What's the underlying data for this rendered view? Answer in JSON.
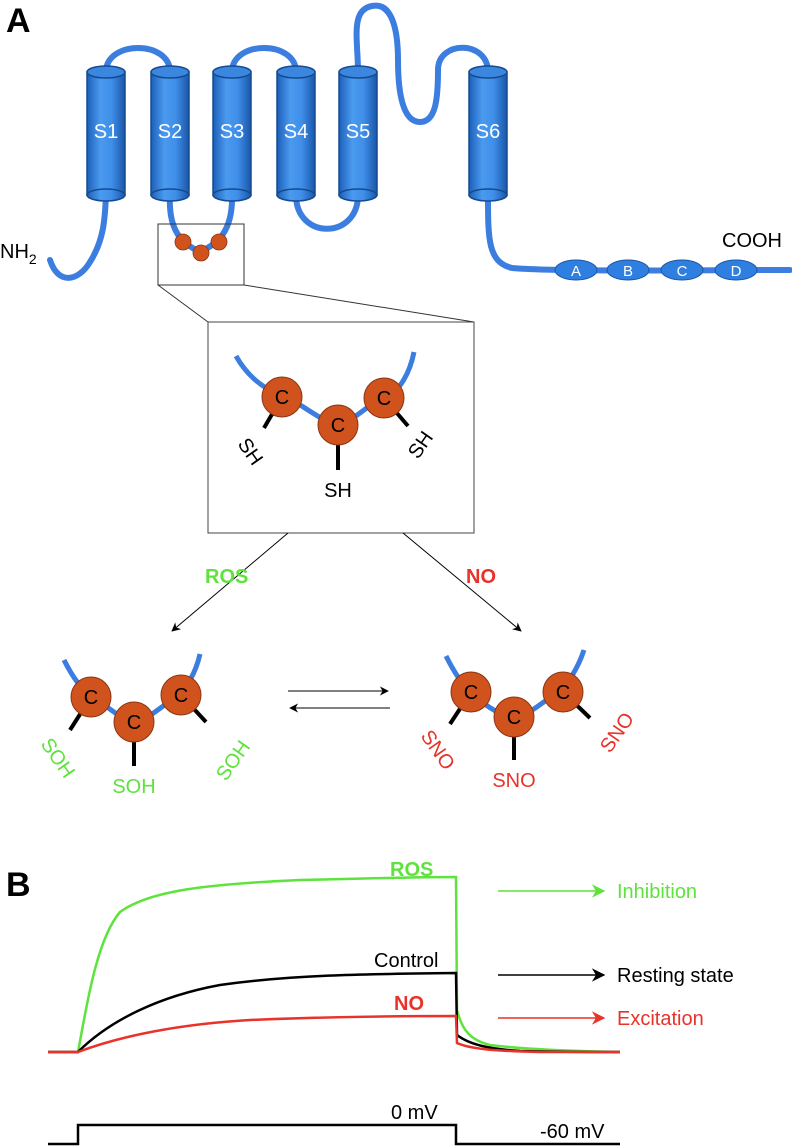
{
  "panel_a": {
    "letter": "A",
    "helices": [
      "S1",
      "S2",
      "S3",
      "S4",
      "S5",
      "S6"
    ],
    "n_terminus": "NH",
    "n_terminus_sub": "2",
    "c_terminus": "COOH",
    "c_domains": [
      "A",
      "B",
      "C",
      "D"
    ],
    "cysteine": "C",
    "thiol": "SH",
    "ros_label": "ROS",
    "no_label": "NO",
    "oxidized": "SOH",
    "nitrosylated": "SNO"
  },
  "panel_b": {
    "letter": "B",
    "traces": {
      "ros": "ROS",
      "control": "Control",
      "no": "NO"
    },
    "effects": {
      "inhibition": "Inhibition",
      "resting": "Resting state",
      "excitation": "Excitation"
    },
    "protocol": {
      "step": "0 mV",
      "holding": "-60 mV"
    }
  },
  "colors": {
    "helix": "#2f7fe0",
    "helix_dark": "#1a5cb0",
    "loop": "#3b7ee0",
    "cysteine": "#d0531e",
    "ros": "#5de33c",
    "no": "#e8322a",
    "control": "#000000"
  }
}
